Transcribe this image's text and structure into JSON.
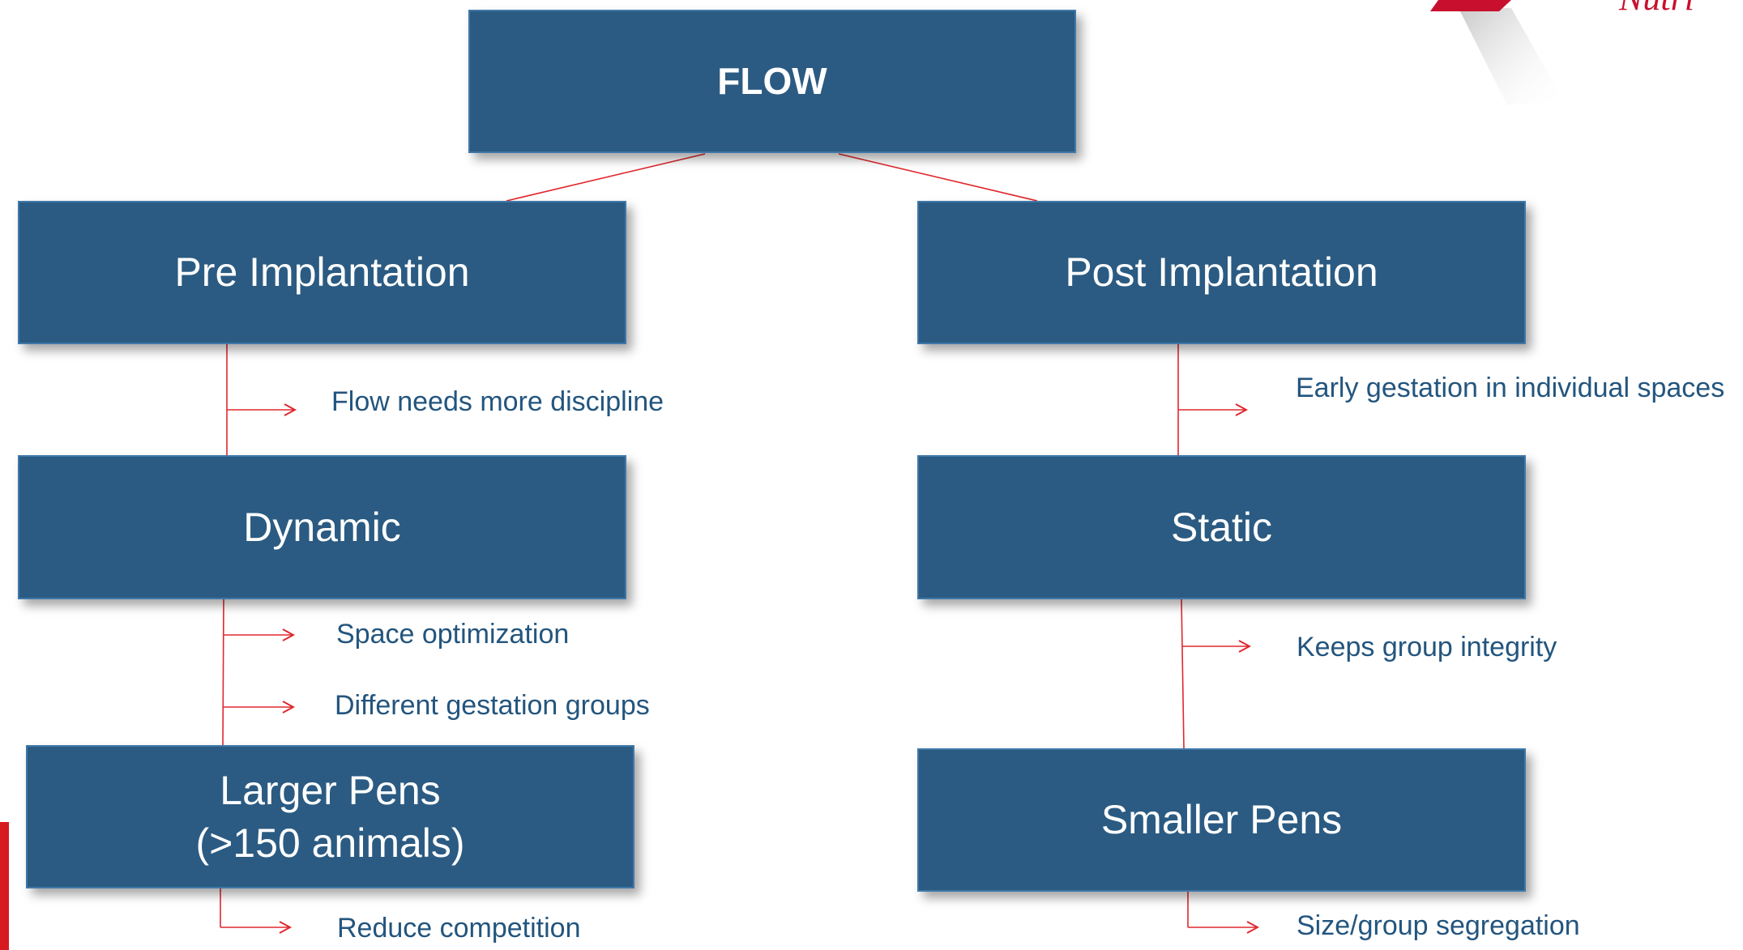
{
  "diagram": {
    "root": {
      "label": "FLOW"
    },
    "branches": [
      {
        "label": "Pre  Implantation",
        "note": "Flow needs more discipline",
        "system": {
          "label": "Dynamic",
          "notes": [
            "Space optimization",
            "Different gestation groups"
          ]
        },
        "pens": {
          "label": "Larger Pens\n(>150 animals)",
          "note": "Reduce competition"
        }
      },
      {
        "label": "Post Implantation",
        "note": "Early gestation in individual spaces",
        "system": {
          "label": "Static",
          "notes": [
            "Keeps group integrity"
          ]
        },
        "pens": {
          "label": "Smaller Pens",
          "note": "Size/group segregation"
        }
      }
    ]
  },
  "logo": {
    "partial_text": "Nutri"
  },
  "colors": {
    "box_fill": "#2b5b82",
    "box_border": "#3f78a9",
    "note_text": "#23557e",
    "connector": "#e0282e",
    "brand_red": "#d71920"
  }
}
